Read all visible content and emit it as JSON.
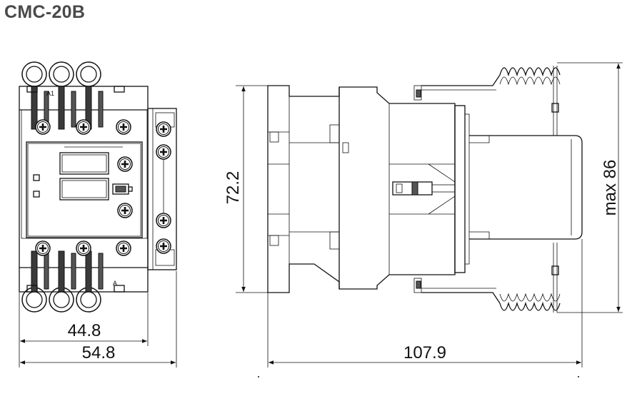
{
  "title": "CMC-20B",
  "dimensions": {
    "inner_width": "44.8",
    "outer_width": "54.8",
    "height": "72.2",
    "depth": "107.9",
    "max_height": "max 86"
  },
  "terminal_marks": {
    "a1": "A1",
    "a2": "A"
  }
}
